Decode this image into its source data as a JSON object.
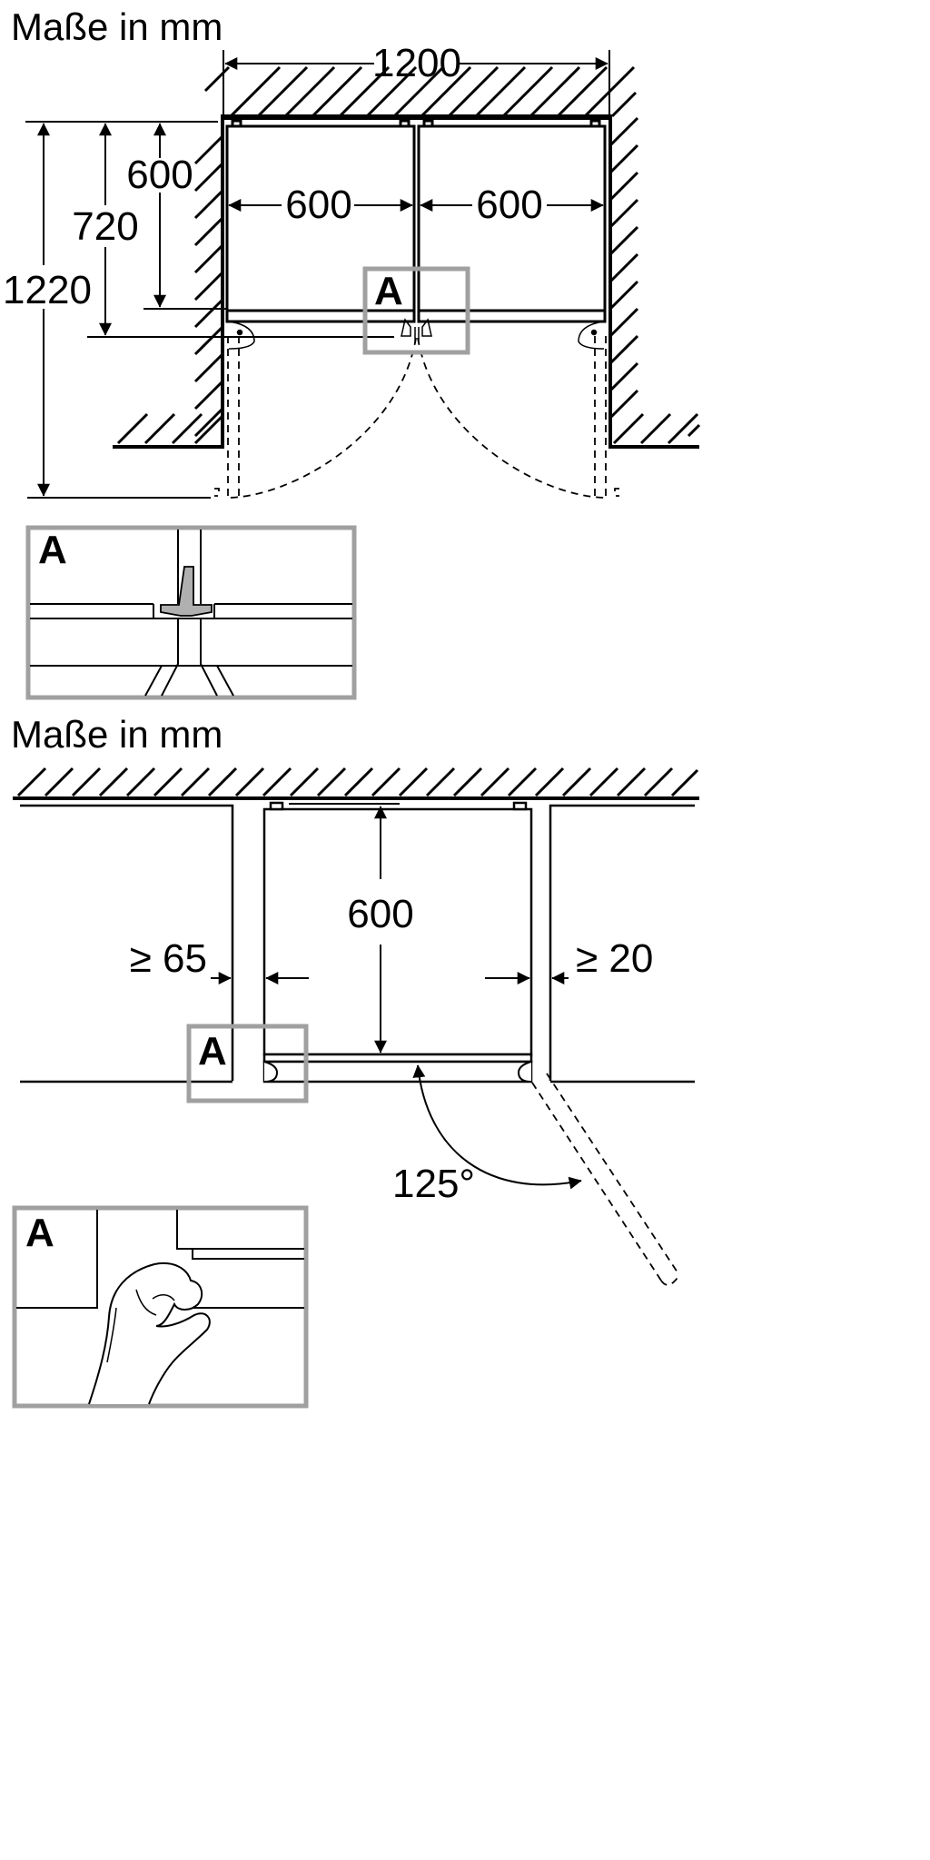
{
  "top_section": {
    "title": "Maße in mm",
    "overall_width": "1200",
    "left_cabinet_width": "600",
    "right_cabinet_width": "600",
    "depth_body": "600",
    "depth_with_doors": "720",
    "depth_doors_open": "1220",
    "detail_marker": "A",
    "detail_title": "A"
  },
  "bottom_section": {
    "title": "Maße in mm",
    "depth": "600",
    "left_clearance": "≥ 65",
    "right_clearance": "≥ 20",
    "door_angle": "125°",
    "detail_marker": "A",
    "detail_title": "A"
  },
  "colors": {
    "line": "#000000",
    "detail_frame": "#a0a0a0",
    "hinge_part": "#b0b0b0"
  }
}
